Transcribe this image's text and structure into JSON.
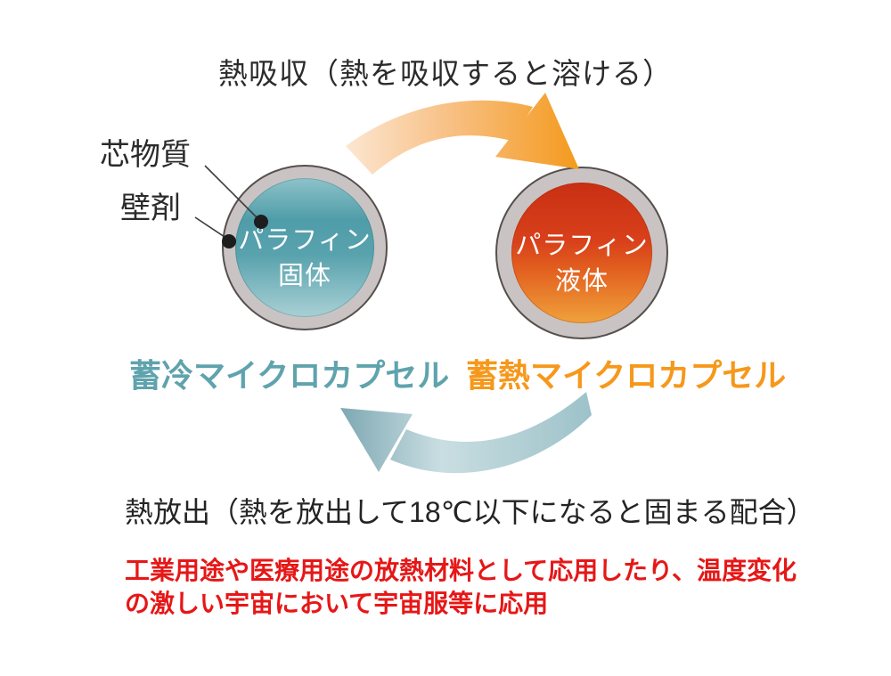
{
  "heading": "熱吸収（熱を吸収すると溶ける）",
  "pointer_labels": {
    "core": "芯物質",
    "wall": "壁剤"
  },
  "capsules": {
    "cold": {
      "content_line1": "パラフィン",
      "content_line2": "固体",
      "caption": "蓄冷マイクロカプセル"
    },
    "hot": {
      "content_line1": "パラフィン",
      "content_line2": "液体",
      "caption": "蓄熱マイクロカプセル"
    }
  },
  "release_label": "熱放出（熱を放出して18℃以下になると固まる配合）",
  "application_note": {
    "line1": "工業用途や医療用途の放熱材料として応用したり、温度変化",
    "line2": "の激しい宇宙において宇宙服等に応用"
  },
  "colors": {
    "cold_caption": "#5fa3ad",
    "hot_caption": "#f6981b",
    "note_text": "#e61717",
    "shell_gray": "#c9c4c3",
    "cold_core_mid": "#4f9da9",
    "hot_core_top": "#c92f13",
    "hot_core_bottom": "#f0a23c",
    "absorb_arrow_orange": "#f49a1d",
    "release_arrow_teal": "#7ea8b3"
  }
}
